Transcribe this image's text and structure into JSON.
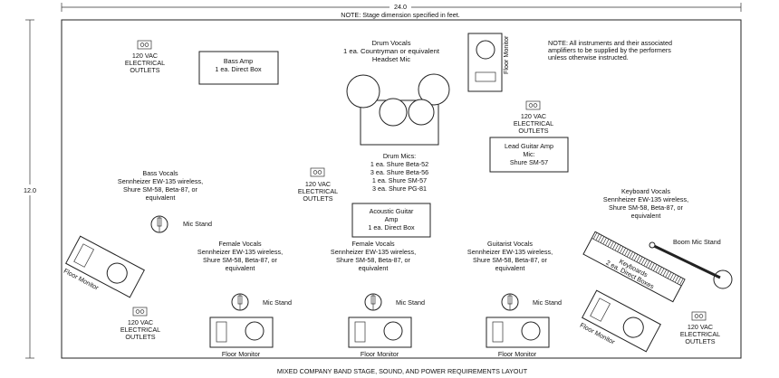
{
  "diagram": {
    "width_label": "24.0",
    "depth_label": "12.0",
    "note_top": "NOTE: Stage dimension specified in feet.",
    "title": "MIXED COMPANY BAND STAGE, SOUND, AND POWER REQUIREMENTS LAYOUT"
  },
  "note_instruments": [
    "NOTE: All instruments and their associated",
    "amplifiers to be supplied by the performers",
    "unless otherwise instructed."
  ],
  "outlets": [
    {
      "id": "outlet-top-left",
      "lines": [
        "120 VAC",
        "ELECTRICAL",
        "OUTLETS"
      ]
    },
    {
      "id": "outlet-lead-guitar",
      "lines": [
        "120 VAC",
        "ELECTRICAL",
        "OUTLETS"
      ]
    },
    {
      "id": "outlet-center",
      "lines": [
        "120 VAC",
        "ELECTRICAL",
        "OUTLETS"
      ]
    },
    {
      "id": "outlet-bottom-left",
      "lines": [
        "120 VAC",
        "ELECTRICAL",
        "OUTLETS"
      ]
    },
    {
      "id": "outlet-bottom-right",
      "lines": [
        "120 VAC",
        "ELECTRICAL",
        "OUTLETS"
      ]
    }
  ],
  "boxes": {
    "bass_amp": [
      "Bass Amp",
      "1 ea. Direct Box"
    ],
    "lead_guitar_amp": [
      "Lead Guitar Amp",
      "Mic:",
      "Shure SM-57"
    ],
    "acoustic_guitar_amp": [
      "Acoustic Guitar",
      "Amp",
      "1 ea. Direct Box"
    ]
  },
  "drum_vocals": [
    "Drum Vocals",
    "1 ea. Countryman or equivalent",
    "Headset Mic"
  ],
  "drum_mics": [
    "Drum Mics:",
    "1 ea. Shure Beta-52",
    "3 ea. Shure Beta-56",
    "1 ea. Shure SM-57",
    "3 ea. Shure PG-81"
  ],
  "bass_vocals": [
    "Bass Vocals",
    "Sennheizer EW-135 wireless,",
    "Shure SM-58, Beta-87, or",
    "equivalent"
  ],
  "keyboard_vocals": [
    "Keyboard Vocals",
    "Sennheizer EW-135 wireless,",
    "Shure SM-58, Beta-87, or",
    "equivalent"
  ],
  "female_vocals_1": [
    "Female Vocals",
    "Sennheizer EW-135 wireless,",
    "Shure SM-58, Beta-87, or",
    "equivalent"
  ],
  "female_vocals_2": [
    "Female Vocals",
    "Sennheizer EW-135 wireless,",
    "Shure SM-58, Beta-87, or",
    "equivalent"
  ],
  "guitarist_vocals": [
    "Guitarist Vocals",
    "Sennheizer EW-135 wireless,",
    "Shure SM-58, Beta-87, or",
    "equivalent"
  ],
  "labels": {
    "mic_stand": "Mic Stand",
    "boom_mic_stand": "Boom Mic Stand",
    "floor_monitor": "Floor Monitor",
    "keyboards": "Keyboards",
    "direct_boxes": "2 ea. Direct Boxes"
  }
}
